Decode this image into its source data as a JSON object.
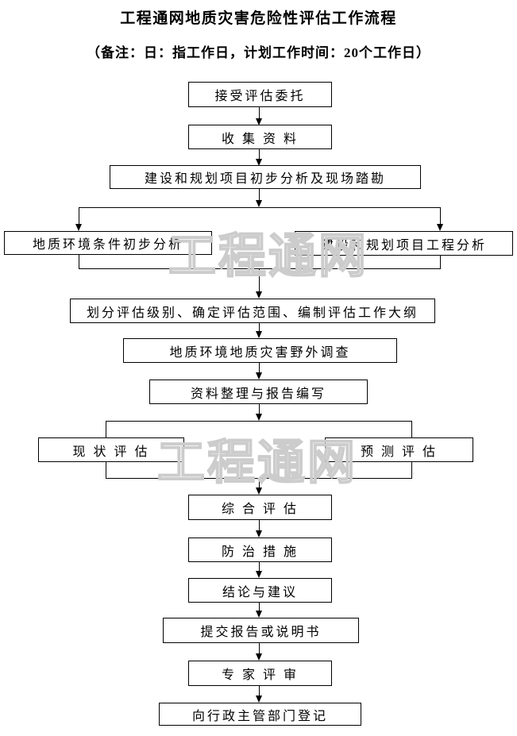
{
  "title": "工程通网地质灾害危险性评估工作流程",
  "subtitle": "（备注：日：指工作日，计划工作时间：20个工作日）",
  "watermark": {
    "text": "工程通网",
    "color": "#cccccc"
  },
  "flow": {
    "nodes": {
      "accept": {
        "label": "接受评估委托"
      },
      "collect": {
        "label": "收 集 资 料"
      },
      "initial": {
        "label": "建设和规划项目初步分析及现场踏勘"
      },
      "geo_env": {
        "label": "地质环境条件初步分析"
      },
      "proj_analysis": {
        "label": "建设和规划项目工程分析"
      },
      "grading": {
        "label": "划分评估级别、确定评估范围、编制评估工作大纲"
      },
      "field_survey": {
        "label": "地质环境地质灾害野外调查"
      },
      "report_prep": {
        "label": "资料整理与报告编写"
      },
      "current": {
        "label": "现 状 评 估"
      },
      "predict": {
        "label": "预 测 评 估"
      },
      "comprehensive": {
        "label": "综 合 评 估"
      },
      "prevention": {
        "label": "防 治 措 施"
      },
      "conclusion": {
        "label": "结论与建议"
      },
      "submit": {
        "label": "提交报告或说明书"
      },
      "expert": {
        "label": "专 家 评 审"
      },
      "register": {
        "label": "向行政主管部门登记"
      }
    },
    "edges": [
      [
        "accept",
        "collect"
      ],
      [
        "collect",
        "initial"
      ],
      [
        "initial",
        "geo_env"
      ],
      [
        "initial",
        "proj_analysis"
      ],
      [
        "geo_env",
        "grading"
      ],
      [
        "proj_analysis",
        "grading"
      ],
      [
        "grading",
        "field_survey"
      ],
      [
        "field_survey",
        "report_prep"
      ],
      [
        "report_prep",
        "current"
      ],
      [
        "report_prep",
        "predict"
      ],
      [
        "current",
        "comprehensive"
      ],
      [
        "predict",
        "comprehensive"
      ],
      [
        "comprehensive",
        "prevention"
      ],
      [
        "prevention",
        "conclusion"
      ],
      [
        "conclusion",
        "submit"
      ],
      [
        "submit",
        "expert"
      ],
      [
        "expert",
        "register"
      ]
    ]
  }
}
